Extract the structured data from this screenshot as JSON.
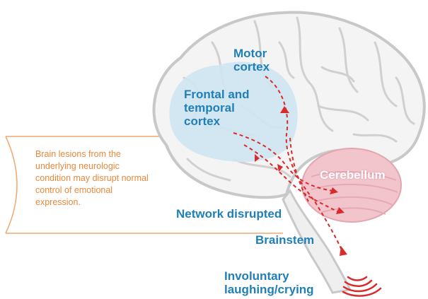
{
  "labels": {
    "motor_cortex": "Motor\ncortex",
    "frontal_temporal": "Frontal and\ntemporal\ncortex",
    "cerebellum": "Cerebellum",
    "network": "Network disrupted",
    "brainstem": "Brainstem",
    "involuntary": "Involuntary\nlaughing/crying"
  },
  "callout": {
    "text": "Brain lesions from the underlying neurologic condition may disrupt normal control of emotional expression."
  },
  "colors": {
    "label_blue": "#1f7fb6",
    "cortex_region": "#cfe6f2",
    "cerebellum_region": "#f2c4cc",
    "arrow_red": "#d92b2b",
    "callout_orange": "#e9883a",
    "brain_outline": "#c8c8c8"
  }
}
